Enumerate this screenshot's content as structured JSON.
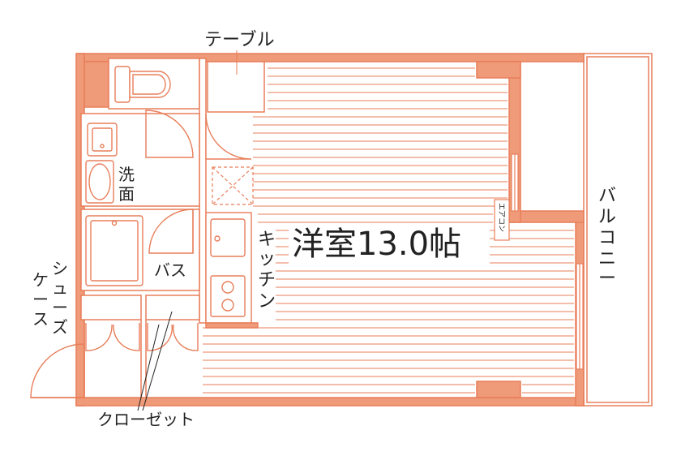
{
  "colors": {
    "wall": "#ef9a78",
    "line": "#e87e5a",
    "text": "#222222",
    "background": "#ffffff"
  },
  "labels": {
    "table": "テーブル",
    "washroom_1": "洗",
    "washroom_2": "面",
    "bath": "バス",
    "kitchen": [
      "キ",
      "ッ",
      "チ",
      "ン"
    ],
    "room": "洋室13.0帖",
    "aircon": "エアコン",
    "balcony": [
      "バ",
      "ル",
      "コ",
      "ニ",
      "ー"
    ],
    "shoe_case_col1": [
      "シ",
      "ュ",
      "ー",
      "ズ"
    ],
    "shoe_case_col2": [
      "ケ",
      "ー",
      "ス"
    ],
    "closet": "クローゼット"
  }
}
